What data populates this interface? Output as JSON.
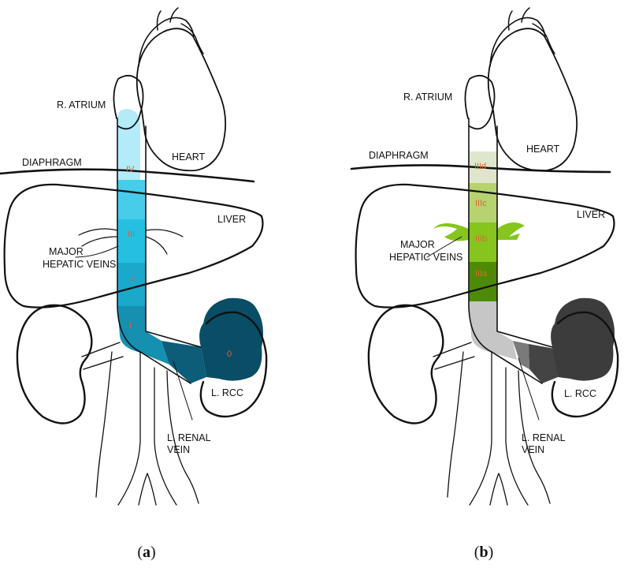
{
  "panel_a": {
    "caption": {
      "open": "(",
      "letter": "a",
      "close": ")"
    },
    "labels": {
      "atrium": "R. ATRIUM",
      "heart": "HEART",
      "diaphragm": "DIAPHRAGM",
      "liver": "LIVER",
      "hepatic_line1": "MAJOR",
      "hepatic_line2": "HEPATIC VEINS",
      "rcc": "L. RCC",
      "renal_line1": "L. RENAL",
      "renal_line2": "VEIN"
    },
    "levels": {
      "iv": "IV",
      "iii": "III",
      "ii": "II",
      "i": "I",
      "zero": "0"
    },
    "colors": {
      "level_iv": "#b3ecf8",
      "level_iii_upper": "#47cde9",
      "level_iii": "#25c0e1",
      "level_ii": "#1aa9cb",
      "level_i": "#1590b0",
      "level_0_vein": "#0d5c78",
      "tumor": "#0a4d66",
      "level_text": "#e05a40"
    }
  },
  "panel_b": {
    "caption": {
      "open": "(",
      "letter": "b",
      "close": ")"
    },
    "labels": {
      "atrium": "R. ATRIUM",
      "heart": "HEART",
      "diaphragm": "DIAPHRAGM",
      "liver": "LIVER",
      "hepatic_line1": "MAJOR",
      "hepatic_line2": "HEPATIC VEINS",
      "rcc": "L. RCC",
      "renal_line1": "L. RENAL",
      "renal_line2": "VEIN"
    },
    "levels": {
      "iiid": "IIId",
      "iiic": "IIIc",
      "iiib": "IIIb",
      "iiia": "IIIa"
    },
    "colors": {
      "level_iiid": "#dfe6cc",
      "level_iiic": "#b6d36f",
      "level_iiib": "#86c51e",
      "level_iiia": "#4d8a05",
      "below_iiia": "#c6c6c6",
      "renal_vein_upper": "#7a7a7a",
      "renal_vein_lower": "#444444",
      "tumor": "#3c3c3c",
      "level_text": "#e8652d"
    }
  }
}
